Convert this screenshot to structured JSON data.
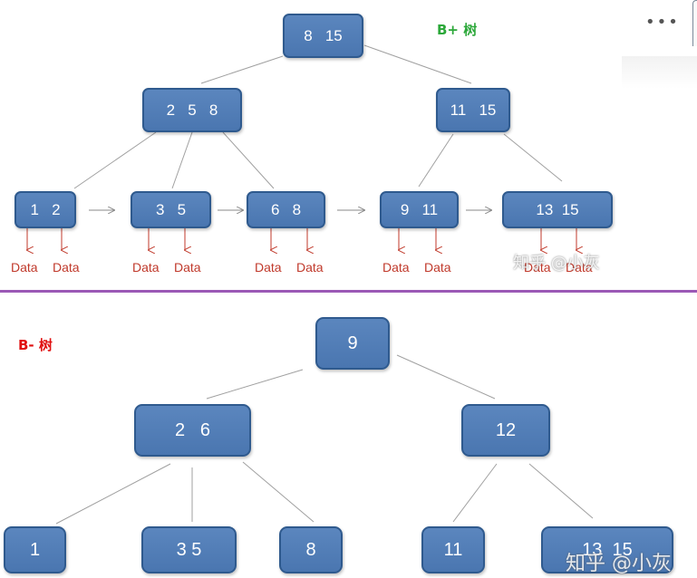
{
  "bplus": {
    "title": "B+ 树",
    "title_color": "#2ca83a",
    "nodes": {
      "root": "8   15",
      "internal_left": "2   5   8",
      "internal_right": "11   15",
      "leaf1": "1   2",
      "leaf2": "3   5",
      "leaf3": "6   8",
      "leaf4": "9   11",
      "leaf5": "13  15"
    },
    "data_label": "Data",
    "watermark": "知乎 @小灰"
  },
  "bminus": {
    "title": "B- 树",
    "title_color": "#e01010",
    "nodes": {
      "root": "9",
      "internal_left": "2   6",
      "internal_right": "12",
      "leaf1": "1",
      "leaf2": "3 5",
      "leaf3": "8",
      "leaf4": "11",
      "leaf5": "13  15"
    },
    "watermark": "知乎 @小灰"
  },
  "colors": {
    "node_fill": "#5480b8",
    "node_border": "#2f5a8e",
    "edge": "#9a9a9a",
    "data_arrow": "#c0392b",
    "divider": "#9b59b6"
  },
  "menu_icon": "more-dots-icon"
}
